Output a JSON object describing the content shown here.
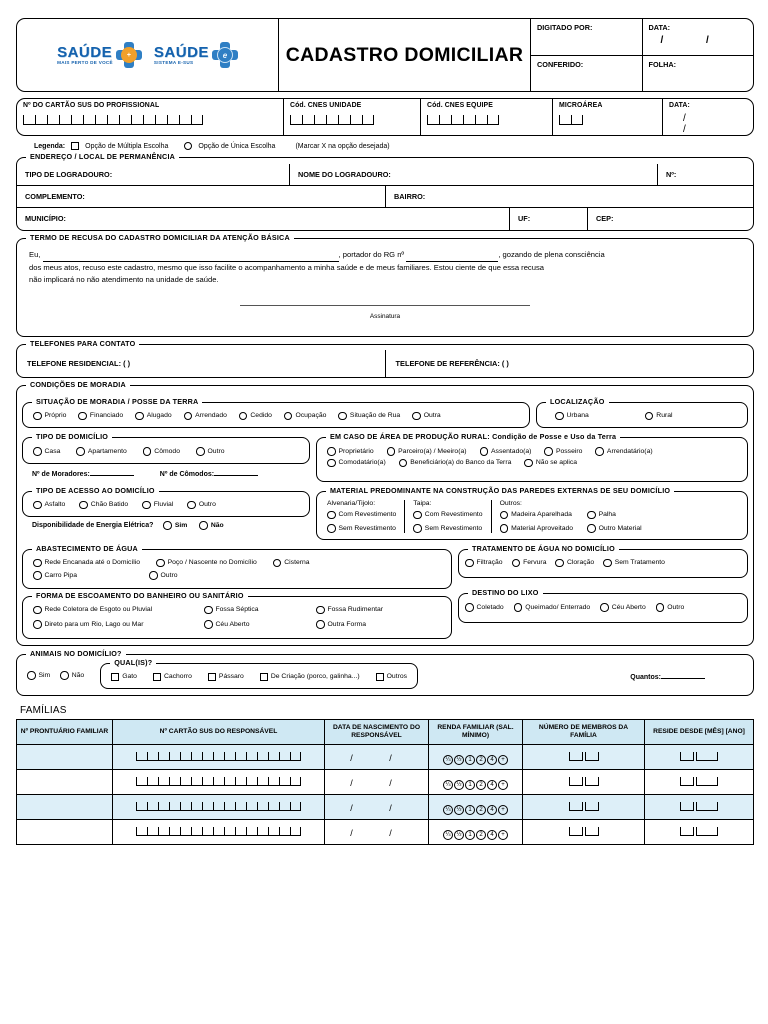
{
  "header": {
    "title": "CADASTRO DOMICILIAR",
    "logo1": {
      "word": "SAÚDE",
      "sub": "MAIS PERTO DE VOCÊ"
    },
    "logo2": {
      "word": "SAÚDE",
      "sub": "SISTEMA E-SUS",
      "badge": "e"
    },
    "digitado_por": "DIGITADO POR:",
    "data": "DATA:",
    "conferido": "CONFERIDO:",
    "folha": "FOLHA:",
    "date_slashes": "/    /"
  },
  "codes": {
    "cartao_sus": {
      "label": "Nº DO CARTÃO SUS DO PROFISSIONAL",
      "boxes": 15
    },
    "cnes_unidade": {
      "label": "Cód. CNES UNIDADE",
      "boxes": 7
    },
    "cnes_equipe": {
      "label": "Cód. CNES EQUIPE",
      "boxes": 6
    },
    "microarea": {
      "label": "MICROÁREA",
      "boxes": 2
    },
    "data": {
      "label": "DATA:",
      "slashes": "/    /"
    }
  },
  "legend": {
    "prefix": "Legenda:",
    "multipla": "Opção de Múltipla Escolha",
    "unica": "Opção de Única Escolha",
    "note": "(Marcar X na opção desejada)"
  },
  "endereco": {
    "legend": "ENDEREÇO / LOCAL DE PERMANÊNCIA",
    "tipo_logradouro": "TIPO DE LOGRADOURO:",
    "nome_logradouro": "NOME DO LOGRADOURO:",
    "numero": "Nº:",
    "complemento": "COMPLEMENTO:",
    "bairro": "BAIRRO:",
    "municipio": "MUNICÍPIO:",
    "uf": "UF:",
    "cep": "CEP:"
  },
  "recusa": {
    "legend": "TERMO DE RECUSA DO CADASTRO DOMICILIAR DA ATENÇÃO BÁSICA",
    "eu": "Eu,",
    "portador": ", portador do RG nº",
    "cont1": ", gozando de plena consciência",
    "cont2": "dos meus atos, recuso este cadastro, mesmo que isso facilite o acompanhamento a minha saúde e de meus familiares. Estou ciente de que essa recusa",
    "cont3": "não implicará no não atendimento na unidade de saúde.",
    "assinatura": "Assinatura"
  },
  "telefones": {
    "legend": "TELEFONES PARA CONTATO",
    "residencial": "TELEFONE RESIDENCIAL: (    )",
    "referencia": "TELEFONE DE REFERÊNCIA: (    )"
  },
  "moradia": {
    "legend": "CONDIÇÕES DE MORADIA",
    "situacao": {
      "legend": "SITUAÇÃO DE MORADIA / POSSE DA TERRA",
      "options": [
        "Próprio",
        "Financiado",
        "Alugado",
        "Arrendado",
        "Cedido",
        "Ocupação",
        "Situação de Rua",
        "Outra"
      ]
    },
    "localizacao": {
      "legend": "LOCALIZAÇÃO",
      "options": [
        "Urbana",
        "Rural"
      ]
    },
    "tipo_domicilio": {
      "legend": "TIPO DE DOMICÍLIO",
      "options": [
        "Casa",
        "Apartamento",
        "Cômodo",
        "Outro"
      ]
    },
    "contagem": {
      "moradores": "Nº de Moradores:",
      "comodos": "Nº de Cômodos:"
    },
    "rural": {
      "legend": "EM CASO DE ÁREA DE PRODUÇÃO RURAL: Condição de Posse e Uso da Terra",
      "row1": [
        "Proprietário",
        "Parceiro(a) / Meeiro(a)",
        "Assentado(a)",
        "Posseiro",
        "Arrendatário(a)"
      ],
      "row2": [
        "Comodatário(a)",
        "Beneficiário(a) do Banco da Terra",
        "Não se aplica"
      ]
    },
    "acesso": {
      "legend": "TIPO DE ACESSO AO DOMICÍLIO",
      "options": [
        "Asfalto",
        "Chão Batido",
        "Fluvial",
        "Outro"
      ]
    },
    "energia": {
      "label": "Disponibilidade de Energia Elétrica?",
      "options": [
        "Sim",
        "Não"
      ]
    },
    "paredes": {
      "legend": "MATERIAL PREDOMINANTE NA CONSTRUÇÃO DAS PAREDES EXTERNAS DE SEU DOMICÍLIO",
      "col1": {
        "cap": "Alvenaria/Tijolo:",
        "options": [
          "Com Revestimento",
          "Sem Revestimento"
        ]
      },
      "col2": {
        "cap": "Taipa:",
        "options": [
          "Com Revestimento",
          "Sem Revestimento"
        ]
      },
      "col3": {
        "cap": "Outros:",
        "optionsA": [
          "Madeira Aparelhada",
          "Material Aproveitado"
        ],
        "optionsB": [
          "Palha",
          "Outro Material"
        ]
      }
    },
    "agua": {
      "legend": "ABASTECIMENTO DE ÁGUA",
      "row1": [
        "Rede Encanada até o Domicílio",
        "Poço / Nascente no Domicílio",
        "Cisterna"
      ],
      "row2": [
        "Carro Pipa",
        "Outro"
      ]
    },
    "esgoto": {
      "legend": "FORMA DE ESCOAMENTO DO BANHEIRO OU SANITÁRIO",
      "row1": [
        "Rede Coletora de Esgoto ou Pluvial",
        "Fossa Séptica",
        "Fossa Rudimentar"
      ],
      "row2": [
        "Direto para um Rio, Lago ou Mar",
        "Céu Aberto",
        "Outra Forma"
      ]
    },
    "tratamento": {
      "legend": "TRATAMENTO DE ÁGUA NO DOMICÍLIO",
      "options": [
        "Filtração",
        "Fervura",
        "Cloração",
        "Sem Tratamento"
      ]
    },
    "lixo": {
      "legend": "DESTINO DO LIXO",
      "options": [
        "Coletado",
        "Queimado/ Enterrado",
        "Céu Aberto",
        "Outro"
      ]
    }
  },
  "animais": {
    "legend": "ANIMAIS NO DOMICÍLIO?",
    "sim_nao": [
      "Sim",
      "Não"
    ],
    "quais_legend": "QUAL(IS)?",
    "options": [
      "Gato",
      "Cachorro",
      "Pássaro",
      "De Criação (porco, galinha...)",
      "Outros"
    ],
    "quantos": "Quantos:"
  },
  "familias": {
    "title": "FAMÍLIAS",
    "columns": [
      "Nº PRONTUÁRIO FAMILIAR",
      "Nº CARTÃO SUS DO RESPONSÁVEL",
      "DATA DE NASCIMENTO DO RESPONSÁVEL",
      "RENDA FAMILIAR (SAL. MÍNIMO)",
      "NÚMERO DE MEMBROS DA FAMÍLIA",
      "RESIDE DESDE [MÊS] [ANO]"
    ],
    "renda_options": [
      "¼",
      "½",
      "1",
      "2",
      "4",
      "+"
    ],
    "sus_boxes": 15,
    "rows": 4
  },
  "colors": {
    "table_header": "#cfe8f3",
    "table_alt_row": "#ddeff8",
    "logo_blue": "#1461ad"
  }
}
